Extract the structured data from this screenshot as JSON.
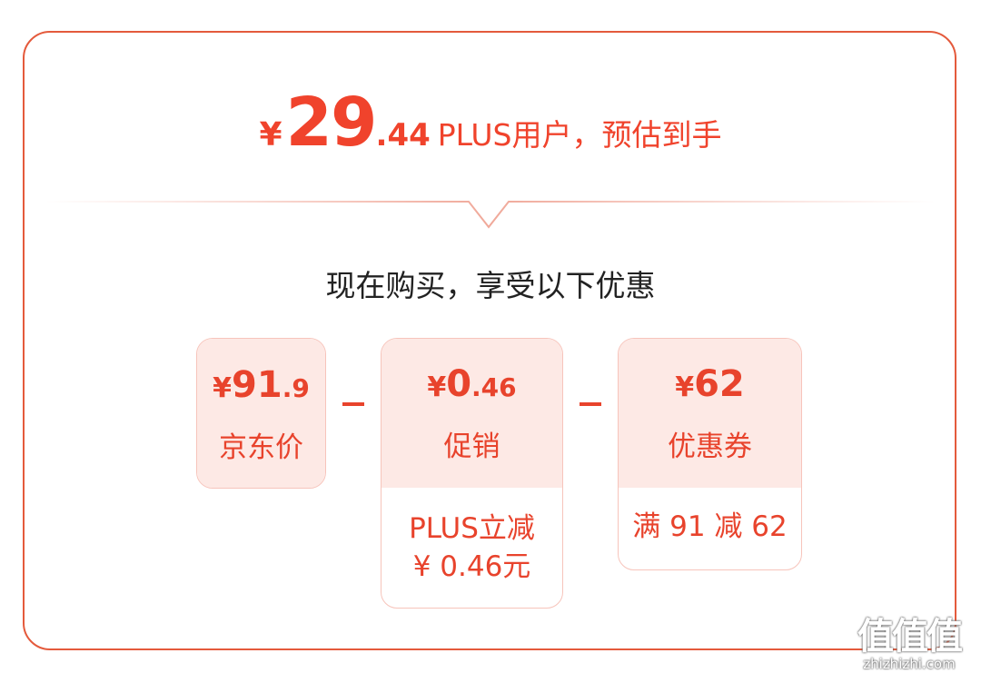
{
  "headline": {
    "currency": "¥",
    "integer": "29",
    "decimal": ".44",
    "text": "PLUS用户，预估到手"
  },
  "subtitle": "现在购买，享受以下优惠",
  "items": [
    {
      "currency": "¥",
      "integer": "91",
      "decimal": ".9",
      "label": "京东价",
      "detail": []
    },
    {
      "currency": "¥",
      "integer": "0",
      "decimal": ".46",
      "label": "促销",
      "detail": [
        "PLUS立减",
        "¥ 0.46元"
      ]
    },
    {
      "currency": "¥",
      "integer": "62",
      "decimal": "",
      "label": "优惠券",
      "detail": [
        "满 91 减 62"
      ]
    }
  ],
  "watermark": {
    "logo": "值值值",
    "site": "zhizhizhi.com"
  },
  "colors": {
    "accent": "#e8432c",
    "border": "#e45a3c",
    "panel_fill": "#fde9e5"
  }
}
